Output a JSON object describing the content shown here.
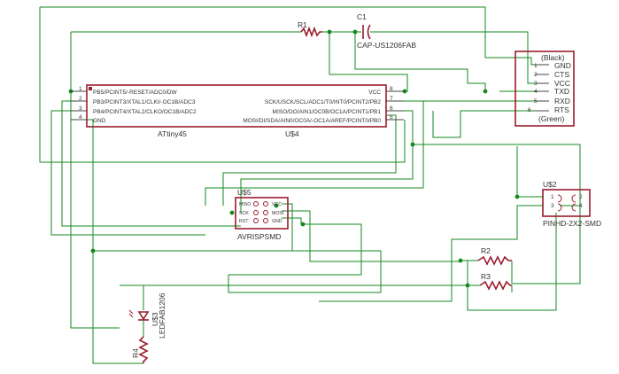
{
  "components": {
    "r1": {
      "name": "R1"
    },
    "c1": {
      "name": "C1",
      "value": "CAP-US1206FAB"
    },
    "ftdi": {
      "top_label": "(Black)",
      "bottom_label": "(Green)",
      "pins": [
        {
          "num": "1",
          "name": "GND"
        },
        {
          "num": "2",
          "name": "CTS"
        },
        {
          "num": "3",
          "name": "VCC"
        },
        {
          "num": "4",
          "name": "TXD"
        },
        {
          "num": "5",
          "name": "RXD"
        },
        {
          "num": "6",
          "name": "RTS"
        }
      ]
    },
    "attiny": {
      "name": "ATtiny45",
      "ref": "U$4",
      "left_pins": [
        {
          "num": "1",
          "name": "PB5/PCINT5/-RESET/ADC0/DW"
        },
        {
          "num": "2",
          "name": "PB3/PCINT3/XTAL1/CLKI/-OC1B/ADC3"
        },
        {
          "num": "3",
          "name": "PB4/PCINT4/XTAL2/CLKO/OC1B/ADC2"
        },
        {
          "num": "4",
          "name": "GND"
        }
      ],
      "right_pins": [
        {
          "num": "8",
          "name": "VCC"
        },
        {
          "num": "7",
          "name": "SCK/USCK/SCL/ADC1/T0/INT0/PCINT2/PB2"
        },
        {
          "num": "6",
          "name": "MISO/DO/AIN1/OC0B/OC1A/PCINT1/PB1"
        },
        {
          "num": "5",
          "name": "MOSI/DI/SDA/AIN0/OC0A/-OC1A/AREF/PCINT0/PB0"
        }
      ]
    },
    "isp": {
      "ref": "U$5",
      "name": "AVRISPSMD",
      "left_pins": [
        "MISO",
        "SCK",
        "RST"
      ],
      "right_pins": [
        "VCC",
        "MOSI",
        "GND"
      ]
    },
    "pinhd": {
      "ref": "U$2",
      "name": "PINHD-2X2-SMD",
      "pins": [
        "1",
        "2",
        "3",
        "4"
      ]
    },
    "r2": {
      "name": "R2"
    },
    "r3": {
      "name": "R3"
    },
    "r4": {
      "name": "R4"
    },
    "led": {
      "ref": "U$3",
      "name": "LEDFAB1206"
    }
  },
  "colors": {
    "wire": "#138a1d",
    "part": "#9a1c2c"
  }
}
